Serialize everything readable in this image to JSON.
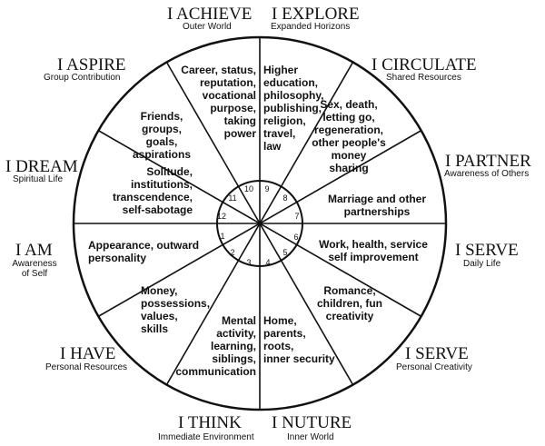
{
  "outer_labels": {
    "achieve": {
      "title": "I ACHIEVE",
      "sub": "Outer World"
    },
    "explore": {
      "title": "I EXPLORE",
      "sub": "Expanded Horizons"
    },
    "aspire": {
      "title": "I ASPIRE",
      "sub": "Group Contribution"
    },
    "circulate": {
      "title": "I CIRCULATE",
      "sub": "Shared Resources"
    },
    "dream": {
      "title": "I DREAM",
      "sub": "Spiritual Life"
    },
    "partner": {
      "title": "I PARTNER",
      "sub": "Awareness of Others"
    },
    "am": {
      "title": "I AM",
      "sub": "Awareness\nof Self"
    },
    "serve_daily": {
      "title": "I SERVE",
      "sub": "Daily Life"
    },
    "have": {
      "title": "I HAVE",
      "sub": "Personal Resources"
    },
    "serve_creative": {
      "title": "I SERVE",
      "sub": "Personal Creativity"
    },
    "think": {
      "title": "I THINK",
      "sub": "Immediate Environment"
    },
    "nuture": {
      "title": "I NUTURE",
      "sub": "Inner World"
    }
  },
  "houses": {
    "h1": "Appearance, outward\npersonality",
    "h2": "Money,\npossessions,\nvalues,\nskills",
    "h3": "Mental\nactivity,\nlearning,\nsiblings,\ncommunication",
    "h4": "Home,\nparents,\nroots,\ninner security",
    "h5": "Romance,\nchildren, fun\ncreativity",
    "h6": "Work, health, service\nself improvement",
    "h7": "Marriage and other\npartnerships",
    "h8": "Sex, death,\nletting go,\nregeneration,\nother people's\nmoney\nsharing",
    "h9": "Higher\neducation,\nphilosophy,\npublishing,\nreligion,\ntravel,\nlaw",
    "h10": "Career, status,\nreputation,\nvocational\npurpose,\ntaking\npower",
    "h11": "Friends,\ngroups,\ngoals,\naspirations",
    "h12": "Solitude,\ninstitutions,\ntranscendence,\nself-sabotage"
  },
  "numbers": [
    "1",
    "2",
    "3",
    "4",
    "5",
    "6",
    "7",
    "8",
    "9",
    "10",
    "11",
    "12"
  ]
}
